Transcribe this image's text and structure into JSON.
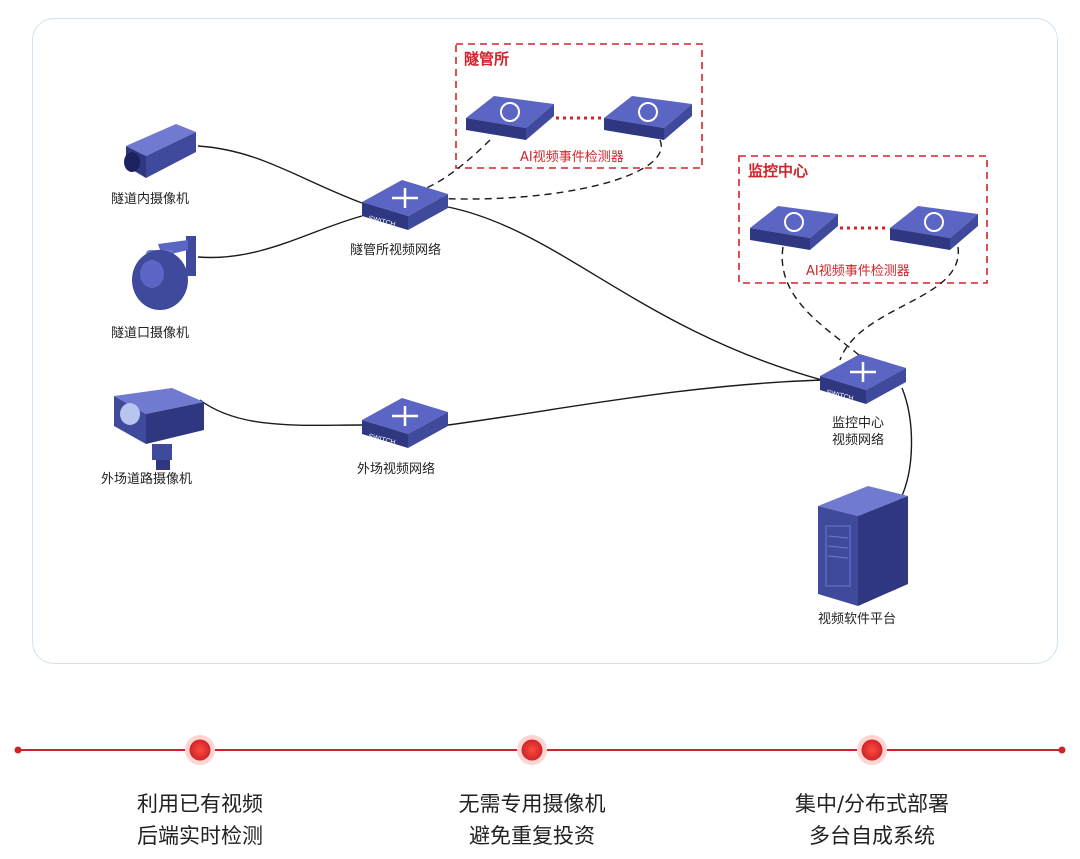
{
  "groups": {
    "tunnel_station": {
      "title": "隧管所",
      "detector_label": "AI视频事件检测器"
    },
    "monitor_center": {
      "title": "监控中心",
      "detector_label": "AI视频事件检测器"
    }
  },
  "nodes": {
    "tunnel_inner_camera": "隧道内摄像机",
    "tunnel_entrance_camera": "隧道口摄像机",
    "outdoor_road_camera": "外场道路摄像机",
    "tunnel_station_network": "隧管所视频网络",
    "outdoor_network": "外场视频网络",
    "monitor_center_network_line1": "监控中心",
    "monitor_center_network_line2": "视频网络",
    "video_platform": "视频软件平台"
  },
  "switch_text": "SWITCH",
  "features": [
    {
      "line1": "利用已有视频",
      "line2": "后端实时检测"
    },
    {
      "line1": "无需专用摄像机",
      "line2": "避免重复投资"
    },
    {
      "line1": "集中/分布式部署",
      "line2": "多台自成系统"
    }
  ],
  "colors": {
    "accent_red": "#d0242b",
    "device_blue": "#3f4a9c",
    "panel_border": "#cfe3f0"
  }
}
